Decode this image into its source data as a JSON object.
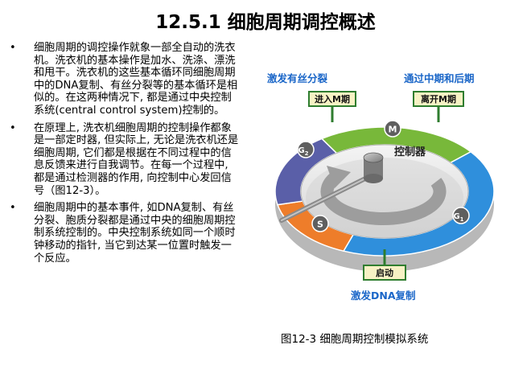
{
  "title": "12.5.1 细胞周期调控概述",
  "bullets": [
    "细胞周期的调控操作就象一部全自动的洗衣机。洗衣机的基本操作是加水、洗涤、漂洗和甩干。洗衣机的这些基本循环同细胞周期中的DNA复制、有丝分裂等的基本循环是相似的。在这两种情况下, 都是通过中央控制系统(central control system)控制的。",
    "在原理上, 洗衣机细胞周期的控制操作都象是一部定时器, 但实际上, 无论是洗衣机还是细胞周期, 它们都是根据在不同过程中的信息反馈来进行自我调节。在每一个过程中, 都是通过检测器的作用, 向控制中心发回信号（图12-3）。",
    "细胞周期中的基本事件, 如DNA复制、有丝分裂、胞质分裂都是通过中央的细胞周期控制系统控制的。中央控制系统如同一个顺时钟移动的指针, 当它到达某一位置时触发一个反应。"
  ],
  "bullet_marker": "•",
  "figure": {
    "label_trigger_mitosis": "激发有丝分裂",
    "label_pass_metaphase": "通过中期和后期",
    "box_enter_m": "进入M期",
    "box_exit_m": "离开M期",
    "center_label": "控制器",
    "phase_m": "M",
    "phase_g2": "G",
    "phase_g2_sub": "2",
    "phase_s": "S",
    "phase_g1": "G",
    "phase_g1_sub": "1",
    "box_start": "启动",
    "label_trigger_dna": "激发DNA复制",
    "colors": {
      "g1": "#2f8fdc",
      "s": "#ee7d2a",
      "g2": "#5a5fa8",
      "m": "#78b83a",
      "label_blue": "#1a66c8",
      "box_fill": "#f7f2c4",
      "box_border": "#2f7d2f"
    }
  },
  "caption": "图12-3 细胞周期控制模拟系统"
}
